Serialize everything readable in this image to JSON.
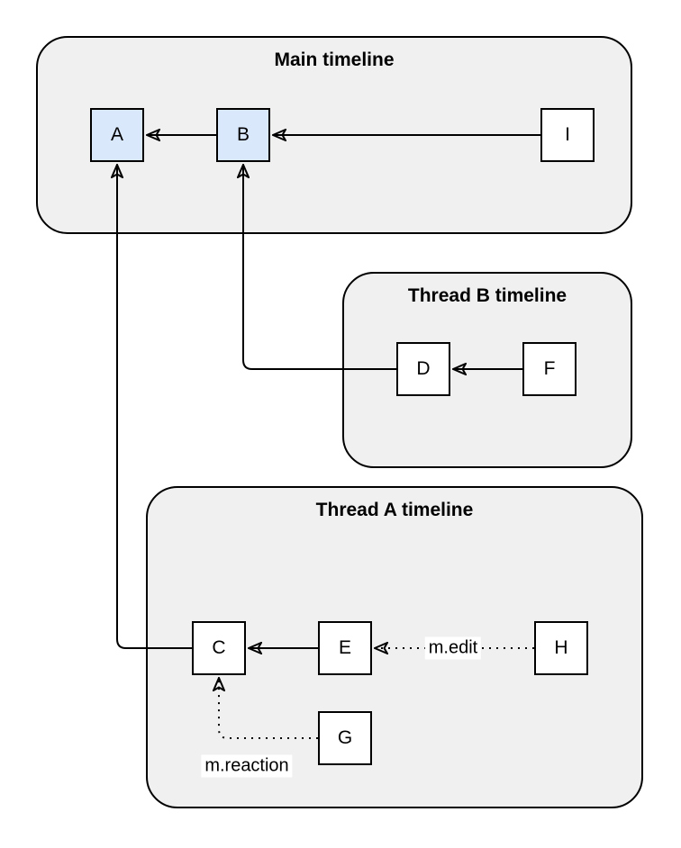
{
  "diagram": {
    "containers": [
      {
        "title": "Main timeline"
      },
      {
        "title": "Thread B timeline"
      },
      {
        "title": "Thread A timeline"
      }
    ],
    "nodes": {
      "a": {
        "label": "A",
        "highlighted": true
      },
      "b": {
        "label": "B",
        "highlighted": true
      },
      "i": {
        "label": "I",
        "highlighted": false
      },
      "d": {
        "label": "D",
        "highlighted": false
      },
      "f": {
        "label": "F",
        "highlighted": false
      },
      "c": {
        "label": "C",
        "highlighted": false
      },
      "e": {
        "label": "E",
        "highlighted": false
      },
      "h": {
        "label": "H",
        "highlighted": false
      },
      "g": {
        "label": "G",
        "highlighted": false
      }
    },
    "edge_labels": {
      "edit": "m.edit",
      "reaction": "m.reaction"
    },
    "colors": {
      "container_fill": "#f0f0f0",
      "container_border": "#000000",
      "node_fill": "#ffffff",
      "node_border": "#000000",
      "highlighted_node_fill": "#dae8fc",
      "edge_color": "#000000",
      "edge_label_background": "#ffffff",
      "page_background": "#ffffff"
    }
  }
}
